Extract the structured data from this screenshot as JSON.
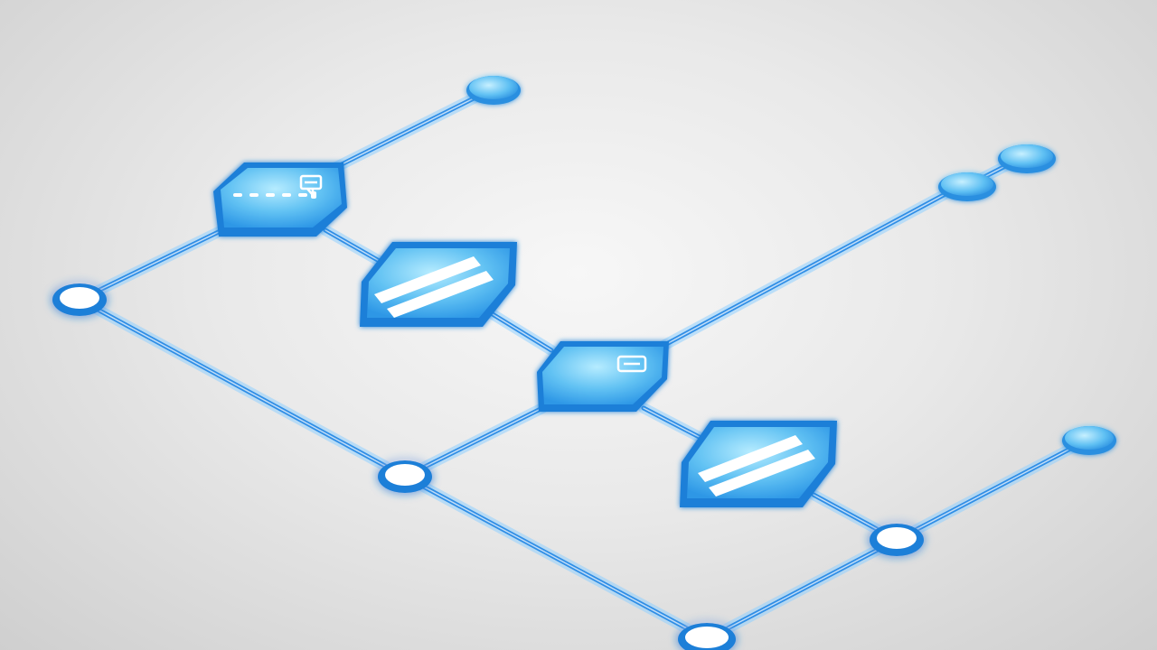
{
  "diagram": {
    "colors": {
      "background": "#e6e6e6",
      "wire": "#2f8ee6",
      "wire_glow": "#8fd0ff",
      "node_fill": "#6cc7f5",
      "node_light": "#a8e3fb",
      "node_edge": "#1f7fd8",
      "port_center": "#ffffff"
    },
    "nodes": [
      {
        "id": "left-port",
        "type": "white-port"
      },
      {
        "id": "top-end",
        "type": "endpoint"
      },
      {
        "id": "right-end-outer",
        "type": "endpoint"
      },
      {
        "id": "right-end-inner",
        "type": "endpoint"
      },
      {
        "id": "lower-right-end",
        "type": "endpoint"
      },
      {
        "id": "mid-junction",
        "type": "white-port"
      },
      {
        "id": "right-junction",
        "type": "white-port"
      },
      {
        "id": "bottom-junction",
        "type": "white-port"
      }
    ],
    "modules": [
      {
        "id": "module-top",
        "icon": "chat-icon",
        "pattern": "dotted-line"
      },
      {
        "id": "module-stripes-1",
        "icon": "",
        "pattern": "double-stripes"
      },
      {
        "id": "module-center",
        "icon": "chat-icon",
        "pattern": "plain"
      },
      {
        "id": "module-stripes-2",
        "icon": "",
        "pattern": "double-stripes"
      }
    ]
  }
}
